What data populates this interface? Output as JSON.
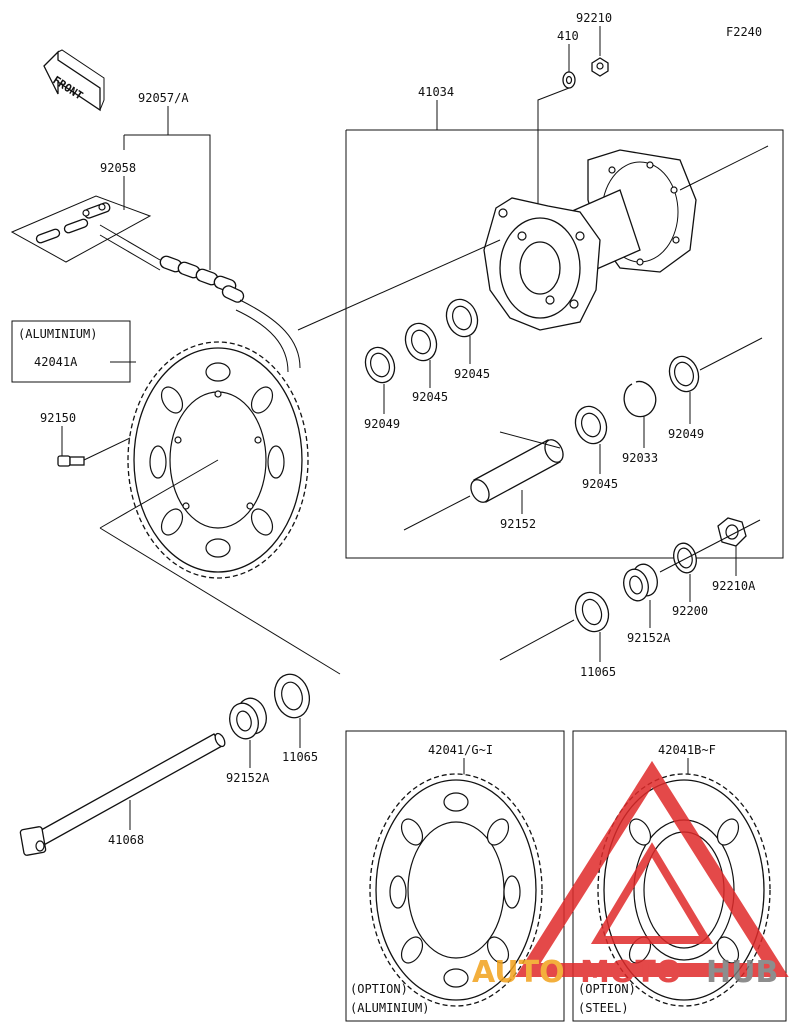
{
  "figure_code": "F2240",
  "front_label": "FRONT",
  "labels": {
    "p92210": "92210",
    "p410": "410",
    "p92057": "92057/A",
    "p41034": "41034",
    "p92058": "92058",
    "aluminium_box": "(ALUMINIUM)",
    "p42041A": "42041A",
    "p92150": "92150",
    "p92049_left": "92049",
    "p92045_a": "92045",
    "p92045_b": "92045",
    "p92049_right": "92049",
    "p92033": "92033",
    "p92045_c": "92045",
    "p92152": "92152",
    "p92210A": "92210A",
    "p92200": "92200",
    "p92152A_right": "92152A",
    "p11065_right": "11065",
    "p11065_left": "11065",
    "p92152A_left": "92152A",
    "p41068": "41068",
    "p42041G": "42041/G~I",
    "p42041B": "42041B~F"
  },
  "option_boxes": {
    "aluminium": {
      "line1": "(OPTION)",
      "line2": "(ALUMINIUM)"
    },
    "steel": {
      "line1": "(OPTION)",
      "line2": "(STEEL)"
    }
  },
  "watermark": {
    "part1": "AUTO",
    "part2": "MOTO",
    "part3": "HUB",
    "color_red": "#e02a2a",
    "color_orange": "#f2a21c",
    "color_gray": "#7a7a7a"
  }
}
